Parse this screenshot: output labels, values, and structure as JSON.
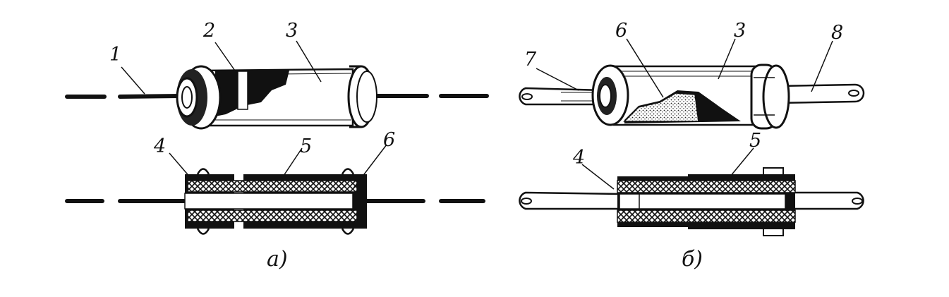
{
  "figure": {
    "panel_a": {
      "caption": "а)",
      "labels": {
        "l1": "1",
        "l2": "2",
        "l3": "3",
        "l4": "4",
        "l5": "5",
        "l6": "6"
      }
    },
    "panel_b": {
      "caption": "б)",
      "labels": {
        "l3": "3",
        "l4": "4",
        "l5": "5",
        "l6": "6",
        "l7": "7",
        "l8": "8"
      }
    }
  }
}
